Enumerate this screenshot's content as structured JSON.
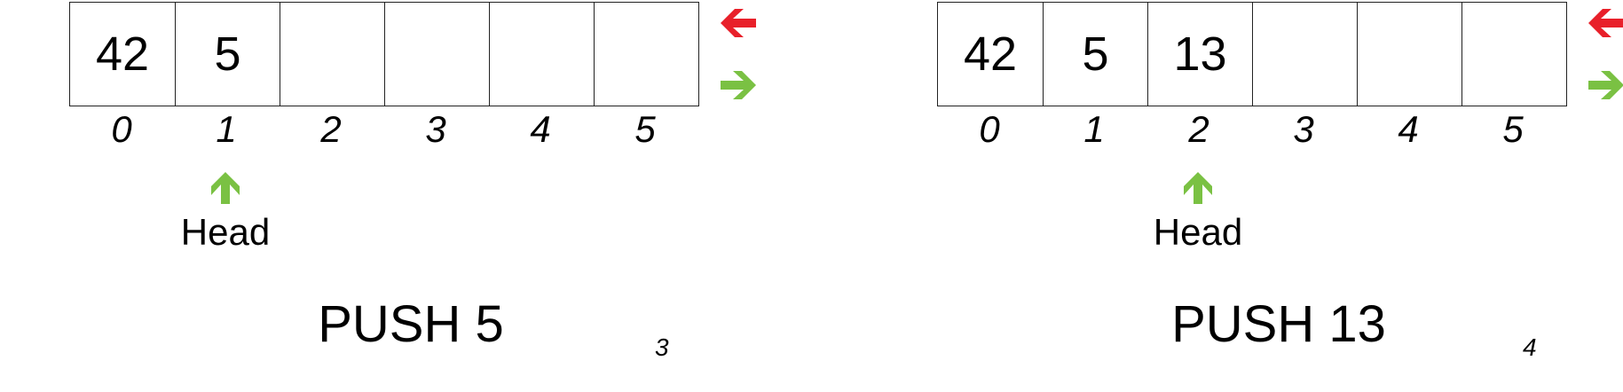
{
  "slides": [
    {
      "cells": [
        "42",
        "5",
        "",
        "",
        "",
        ""
      ],
      "indices": [
        "0",
        "1",
        "2",
        "3",
        "4",
        "5"
      ],
      "head_index": 1,
      "head_label": "Head",
      "title": "PUSH 5",
      "page_number": "3"
    },
    {
      "cells": [
        "42",
        "5",
        "13",
        "",
        "",
        ""
      ],
      "indices": [
        "0",
        "1",
        "2",
        "3",
        "4",
        "5"
      ],
      "head_index": 2,
      "head_label": "Head",
      "title": "PUSH 13",
      "page_number": "4"
    }
  ],
  "icons": {
    "pointer": "up-arrow-icon",
    "pop": "left-arrow-icon",
    "push": "right-arrow-icon"
  },
  "colors": {
    "up_arrow": "#7ac143",
    "left_arrow": "#e8202a",
    "right_arrow": "#7ac143"
  }
}
